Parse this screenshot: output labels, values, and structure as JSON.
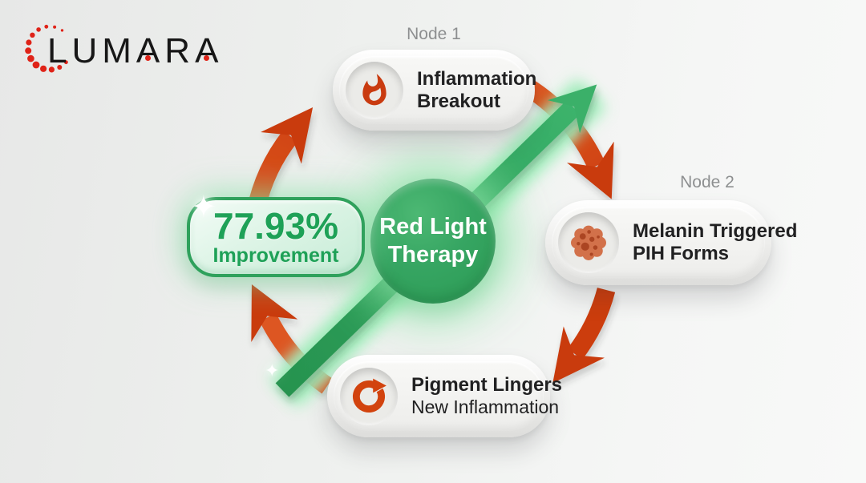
{
  "brand": {
    "letters": [
      "L",
      "U",
      "M",
      "A",
      "R",
      "A"
    ]
  },
  "center": {
    "line1": "Red Light",
    "line2": "Therapy"
  },
  "badge": {
    "value": "77.93%",
    "label": "Improvement",
    "sparkle_glyph": "✦"
  },
  "nodes": [
    {
      "tag": "Node 1",
      "line1": "Inflammation",
      "line2": "Breakout",
      "icon": "flame-icon"
    },
    {
      "tag": "Node 2",
      "line1": "Melanin Triggered",
      "line2": "PIH Forms",
      "icon": "melanin-cluster-icon"
    },
    {
      "tag": "",
      "line1": "Pigment Lingers",
      "line2": "New Inflammation",
      "icon": "cycle-refresh-icon"
    }
  ],
  "colors": {
    "green_primary": "#2e9c57",
    "green_glow": "#8ee4aa",
    "badge_text": "#1ea157",
    "red_arrow": "#d0440f",
    "node_text": "#212122",
    "tag_text": "#8d8f90",
    "logo_red": "#df2318",
    "logo_text": "#171717",
    "pill_face": "#f2f2f0"
  }
}
